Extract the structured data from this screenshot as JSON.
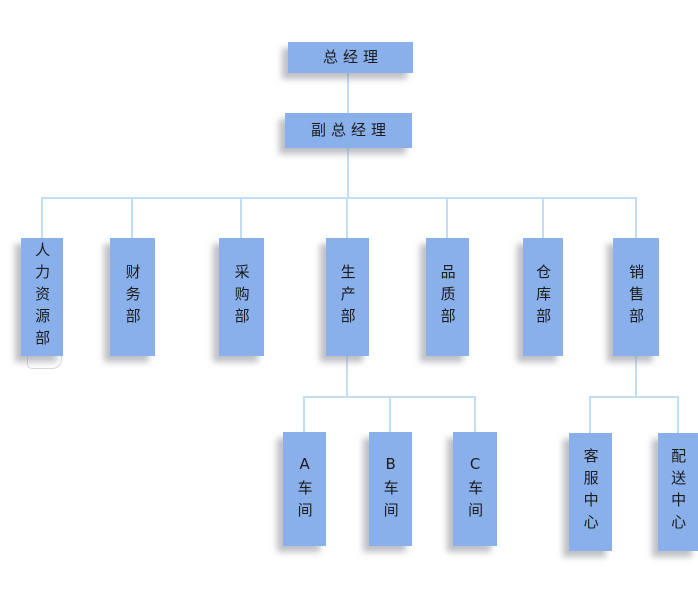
{
  "diagram": {
    "type": "org-chart",
    "background_color": "#ffffff",
    "node_fill_color": "#8ab0ec",
    "connector_color": "#c2ddf6",
    "text_color": "#1c1c1c",
    "nodes": [
      {
        "id": "general-manager",
        "label": "总经理",
        "level": 1
      },
      {
        "id": "deputy-general-manager",
        "label": "副总经理",
        "level": 2
      },
      {
        "id": "hr-department",
        "label": "人力资源部",
        "level": 3
      },
      {
        "id": "finance-department",
        "label": "财务部",
        "level": 3
      },
      {
        "id": "purchasing-department",
        "label": "采购部",
        "level": 3
      },
      {
        "id": "production-department",
        "label": "生产部",
        "level": 3
      },
      {
        "id": "quality-department",
        "label": "品质部",
        "level": 3
      },
      {
        "id": "warehouse-department",
        "label": "仓库部",
        "level": 3
      },
      {
        "id": "sales-department",
        "label": "销售部",
        "level": 3
      },
      {
        "id": "workshop-a",
        "label": "A车间",
        "level": 4
      },
      {
        "id": "workshop-b",
        "label": "B车间",
        "level": 4
      },
      {
        "id": "workshop-c",
        "label": "C车间",
        "level": 4
      },
      {
        "id": "customer-service-center",
        "label": "客服中心",
        "level": 4
      },
      {
        "id": "distribution-center",
        "label": "配送中心",
        "level": 4
      }
    ],
    "hierarchy": {
      "label": "总经理",
      "children": [
        {
          "label": "副总经理",
          "children": [
            {
              "label": "人力资源部"
            },
            {
              "label": "财务部"
            },
            {
              "label": "采购部"
            },
            {
              "label": "生产部",
              "children": [
                {
                  "label": "A车间"
                },
                {
                  "label": "B车间"
                },
                {
                  "label": "C车间"
                }
              ]
            },
            {
              "label": "品质部"
            },
            {
              "label": "仓库部"
            },
            {
              "label": "销售部",
              "children": [
                {
                  "label": "客服中心"
                },
                {
                  "label": "配送中心"
                }
              ]
            }
          ]
        }
      ]
    }
  }
}
